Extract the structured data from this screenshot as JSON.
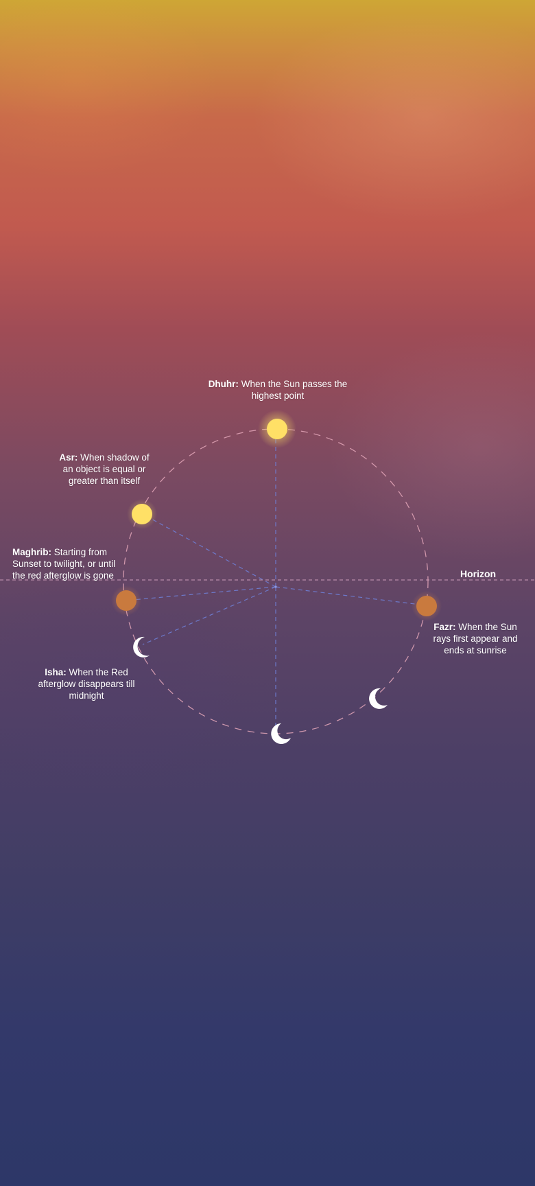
{
  "horizon": {
    "label": "Horizon"
  },
  "prayers": [
    {
      "key": "dhuhr",
      "name": "Dhuhr:",
      "description": "When the Sun passes the highest point",
      "marker": "sun-icon",
      "color": "#ffe066"
    },
    {
      "key": "asr",
      "name": "Asr:",
      "description": "When shadow of an object is equal or greater than itself",
      "marker": "sun-icon",
      "color": "#ffe066"
    },
    {
      "key": "maghrib",
      "name": "Maghrib:",
      "description": "Starting from Sunset to twilight, or until the red afterglow is gone",
      "marker": "setting-sun-icon",
      "color": "#c97a3e"
    },
    {
      "key": "isha",
      "name": "Isha:",
      "description": "When the Red afterglow disappears till midnight",
      "marker": "crescent-moon-icon",
      "color": "#ffffff"
    },
    {
      "key": "fazr",
      "name": "Fazr:",
      "description": "When the Sun rays first appear and ends at sunrise",
      "marker": "rising-sun-icon",
      "color": "#c97a3e"
    }
  ],
  "extra_markers": [
    "crescent-moon-icon",
    "crescent-moon-icon"
  ],
  "colors": {
    "orbit": "#e3a6b8",
    "guide_lines": "#6f7fd6",
    "horizon_line": "#d9a7c4",
    "sun": "#ffe066",
    "horizon_sun": "#c97a3e",
    "moon": "#ffffff"
  }
}
